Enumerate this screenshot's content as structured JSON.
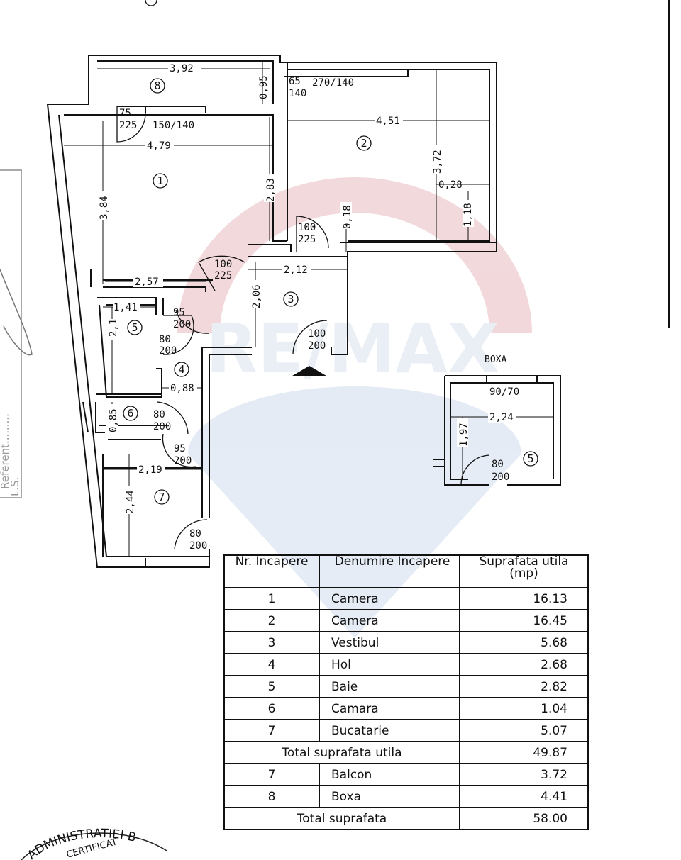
{
  "plan": {
    "rooms": [
      "1",
      "2",
      "3",
      "4",
      "5",
      "6",
      "7",
      "8",
      "5"
    ],
    "dimensions": [
      "3,92",
      "0,95",
      "4,79",
      "3,84",
      "2,83",
      "4,51",
      "3,72",
      "0,28",
      "1,18",
      "0,18",
      "2,12",
      "2,57",
      "2,06",
      "1,41",
      "2,1",
      "0,88",
      "0,85",
      "2,19",
      "2,44",
      "2,24",
      "1,97"
    ],
    "windows": [
      {
        "w": "65",
        "h": "140"
      },
      {
        "label": "270/140"
      },
      {
        "label": "150/140"
      },
      {
        "label": "90/70"
      }
    ],
    "doors": [
      {
        "w": "75",
        "h": "225"
      },
      {
        "w": "100",
        "h": "225"
      },
      {
        "w": "100",
        "h": "225"
      },
      {
        "w": "95",
        "h": "200"
      },
      {
        "w": "80",
        "h": "200"
      },
      {
        "w": "100",
        "h": "200"
      },
      {
        "w": "80",
        "h": "200"
      },
      {
        "w": "95",
        "h": "200"
      },
      {
        "w": "80",
        "h": "200"
      },
      {
        "w": "80",
        "h": "200"
      }
    ],
    "storage_label": "BOXA",
    "watermark": "RE/MAX",
    "colors": {
      "watermark_red": "#e8b9bf",
      "watermark_blue": "#cfdced",
      "line": "#111111"
    }
  },
  "side_stamp": {
    "referent": "Referent.........",
    "ls": "L.S."
  },
  "seal": {
    "text": "ADMINISTRATIEI",
    "subtext": "CERTIFICAT"
  },
  "table": {
    "headers": [
      "Nr. Incapere",
      "Denumire Incapere",
      "Suprafata utila (mp)"
    ],
    "rows": [
      {
        "nr": "1",
        "name": "Camera",
        "area": "16.13"
      },
      {
        "nr": "2",
        "name": "Camera",
        "area": "16.45"
      },
      {
        "nr": "3",
        "name": "Vestibul",
        "area": "5.68"
      },
      {
        "nr": "4",
        "name": "Hol",
        "area": "2.68"
      },
      {
        "nr": "5",
        "name": "Baie",
        "area": "2.82"
      },
      {
        "nr": "6",
        "name": "Camara",
        "area": "1.04"
      },
      {
        "nr": "7",
        "name": "Bucatarie",
        "area": "5.07"
      }
    ],
    "subtotal": {
      "label": "Total suprafata utila",
      "area": "49.87"
    },
    "extra_rows": [
      {
        "nr": "7",
        "name": "Balcon",
        "area": "3.72"
      },
      {
        "nr": "8",
        "name": "Boxa",
        "area": "4.41"
      }
    ],
    "total": {
      "label": "Total suprafata",
      "area": "58.00"
    }
  }
}
